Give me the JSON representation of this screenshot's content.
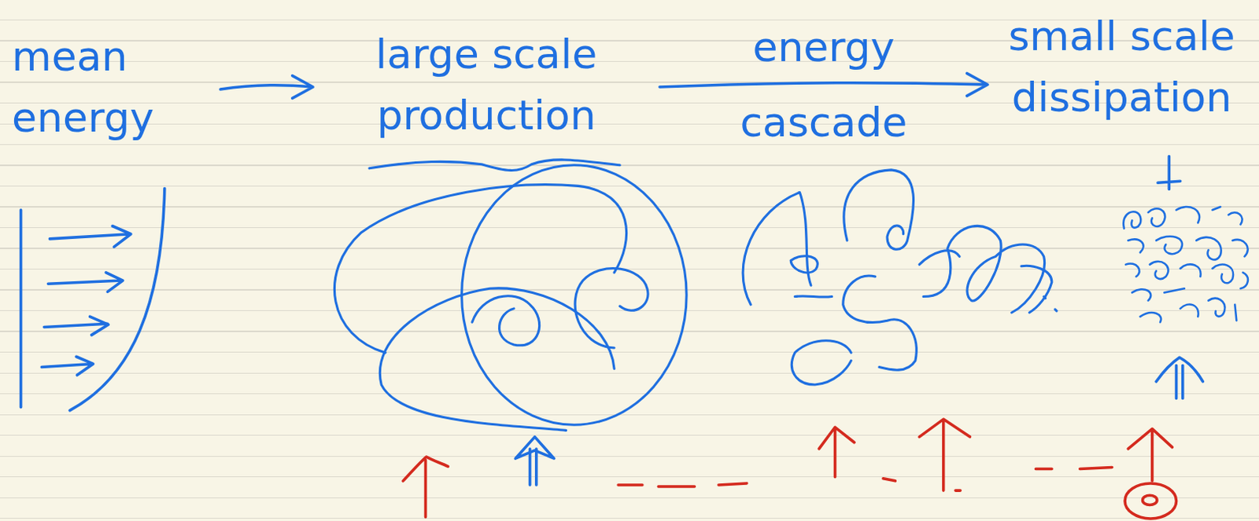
{
  "diagram": {
    "nodes": [
      {
        "text": [
          "mean energy"
        ]
      },
      {
        "text": [
          "large scale production"
        ]
      },
      {
        "text": [
          "small scale dissipation"
        ]
      }
    ],
    "edges": [
      {
        "from": 0,
        "to": 1,
        "arrow": "to"
      },
      {
        "from": 1,
        "to": 2,
        "label": "energy cascade",
        "arrow": "to"
      }
    ]
  }
}
